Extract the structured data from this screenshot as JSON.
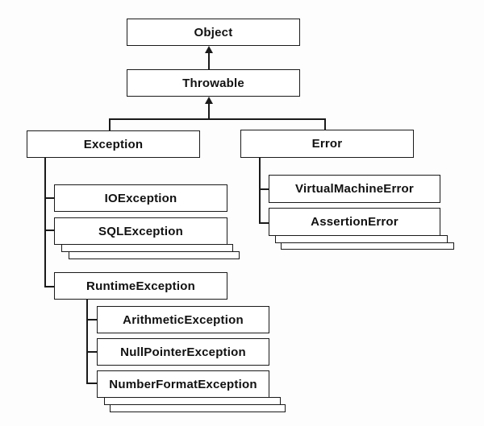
{
  "diagram": {
    "type": "class-hierarchy",
    "nodes": {
      "object": {
        "label": "Object"
      },
      "throwable": {
        "label": "Throwable"
      },
      "exception": {
        "label": "Exception"
      },
      "error": {
        "label": "Error"
      },
      "io_exception": {
        "label": "IOException"
      },
      "sql_exception": {
        "label": "SQLException",
        "more_stack": true
      },
      "runtime_exception": {
        "label": "RuntimeException"
      },
      "arithmetic_exception": {
        "label": "ArithmeticException"
      },
      "null_pointer_exception": {
        "label": "NullPointerException"
      },
      "number_format_exception": {
        "label": "NumberFormatException",
        "more_stack": true
      },
      "virtual_machine_error": {
        "label": "VirtualMachineError"
      },
      "assertion_error": {
        "label": "AssertionError",
        "more_stack": true
      }
    },
    "edges": [
      {
        "from": "throwable",
        "to": "object",
        "style": "arrow"
      },
      {
        "from": "exception",
        "to": "throwable",
        "style": "arrow"
      },
      {
        "from": "error",
        "to": "throwable",
        "style": "arrow"
      },
      {
        "from": "io_exception",
        "to": "exception",
        "style": "line"
      },
      {
        "from": "sql_exception",
        "to": "exception",
        "style": "line"
      },
      {
        "from": "runtime_exception",
        "to": "exception",
        "style": "line"
      },
      {
        "from": "arithmetic_exception",
        "to": "runtime_exception",
        "style": "line"
      },
      {
        "from": "null_pointer_exception",
        "to": "runtime_exception",
        "style": "line"
      },
      {
        "from": "number_format_exception",
        "to": "runtime_exception",
        "style": "line"
      },
      {
        "from": "virtual_machine_error",
        "to": "error",
        "style": "line"
      },
      {
        "from": "assertion_error",
        "to": "error",
        "style": "line"
      }
    ],
    "colors": {
      "background": "#fdfdfd",
      "box_fill": "#ffffff",
      "box_border": "#1a1a1a",
      "line": "#1a1a1a",
      "text": "#111111"
    }
  }
}
